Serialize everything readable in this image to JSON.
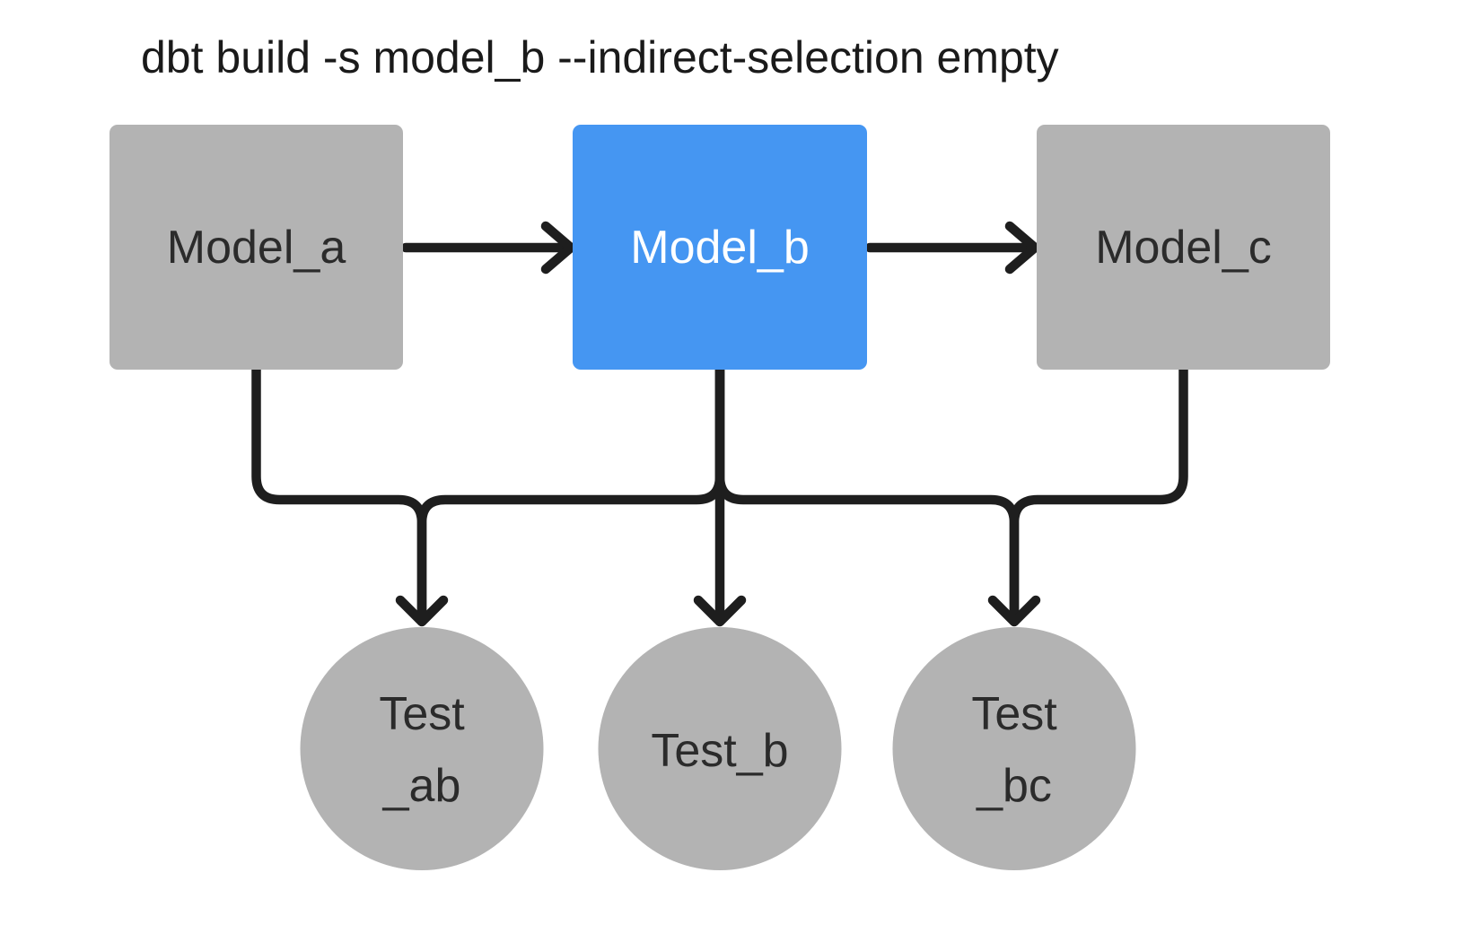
{
  "title": "dbt build -s model_b --indirect-selection empty",
  "colors": {
    "bg": "#ffffff",
    "node-gray": "#b3b3b3",
    "node-selected": "#4596f2",
    "edge": "#1e1e1e",
    "node-text": "#2b2b2b",
    "selected-text": "#ffffff",
    "title-text": "#1a1a1a"
  },
  "models": [
    {
      "id": "model_a",
      "label": "Model_a",
      "selected": false
    },
    {
      "id": "model_b",
      "label": "Model_b",
      "selected": true
    },
    {
      "id": "model_c",
      "label": "Model_c",
      "selected": false
    }
  ],
  "tests": [
    {
      "id": "test_ab",
      "lines": [
        "Test",
        "_ab"
      ]
    },
    {
      "id": "test_b",
      "lines": [
        "Test_b"
      ]
    },
    {
      "id": "test_bc",
      "lines": [
        "Test",
        "_bc"
      ]
    }
  ],
  "edges": [
    {
      "from": "model_a",
      "to": "model_b"
    },
    {
      "from": "model_b",
      "to": "model_c"
    },
    {
      "from": "model_a",
      "to": "test_ab"
    },
    {
      "from": "model_b",
      "to": "test_ab"
    },
    {
      "from": "model_b",
      "to": "test_b"
    },
    {
      "from": "model_b",
      "to": "test_bc"
    },
    {
      "from": "model_c",
      "to": "test_bc"
    }
  ]
}
